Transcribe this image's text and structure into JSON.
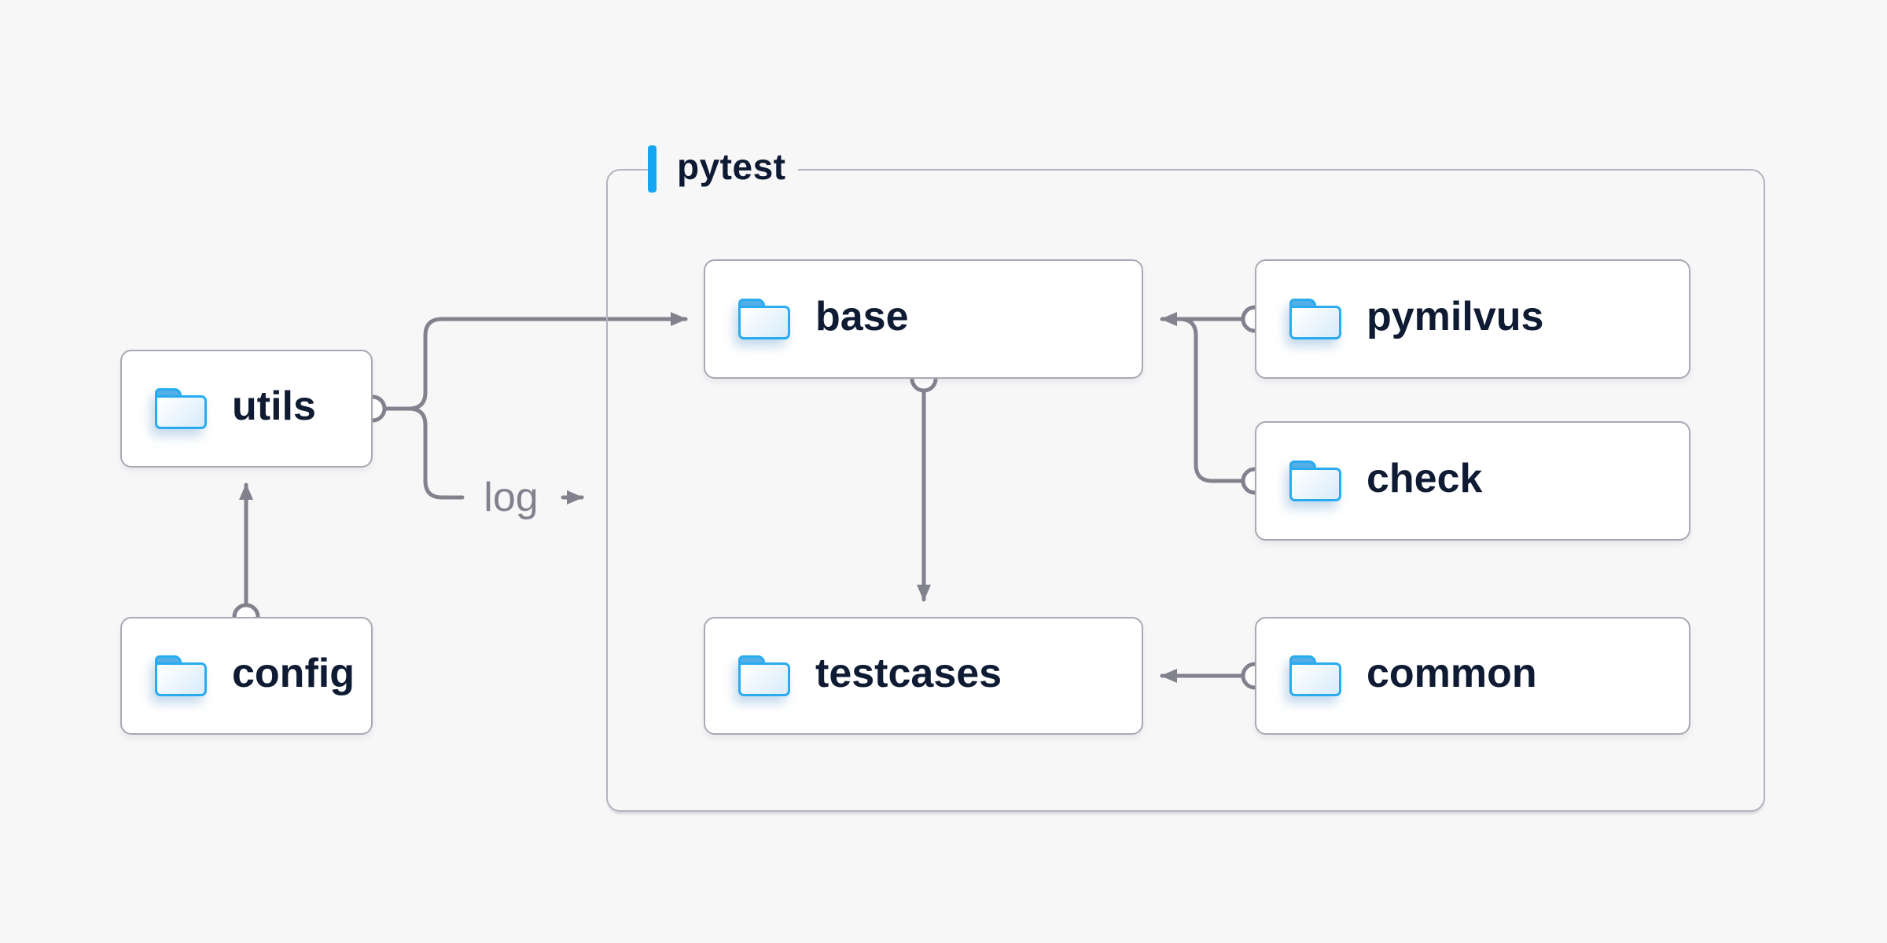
{
  "diagram": {
    "title_group": {
      "label": "pytest"
    },
    "nodes": [
      {
        "id": "utils",
        "label": "utils",
        "icon": "folder-icon"
      },
      {
        "id": "config",
        "label": "config",
        "icon": "folder-icon"
      },
      {
        "id": "base",
        "label": "base",
        "icon": "folder-icon"
      },
      {
        "id": "testcases",
        "label": "testcases",
        "icon": "folder-icon"
      },
      {
        "id": "pymilvus",
        "label": "pymilvus",
        "icon": "folder-icon"
      },
      {
        "id": "check",
        "label": "check",
        "icon": "folder-icon"
      },
      {
        "id": "common",
        "label": "common",
        "icon": "folder-icon"
      }
    ],
    "edges": [
      {
        "from": "config",
        "to": "utils",
        "label": ""
      },
      {
        "from": "utils",
        "to": "base",
        "label": ""
      },
      {
        "from": "utils",
        "to": "pytest",
        "label": "log"
      },
      {
        "from": "pymilvus",
        "to": "base",
        "label": ""
      },
      {
        "from": "check",
        "to": "base",
        "label": ""
      },
      {
        "from": "base",
        "to": "testcases",
        "label": ""
      },
      {
        "from": "common",
        "to": "testcases",
        "label": ""
      }
    ],
    "colors": {
      "background": "#f7f7f8",
      "node_fill": "#ffffff",
      "node_border": "#a9a9b4",
      "group_border": "#b5b3bf",
      "wire": "#82828e",
      "text": "#0f1b33",
      "edge_label_text": "#82828e",
      "accent_bar": "#14a6f3",
      "folder_outline": "#29abf0",
      "folder_tab": "#54aee8"
    }
  }
}
